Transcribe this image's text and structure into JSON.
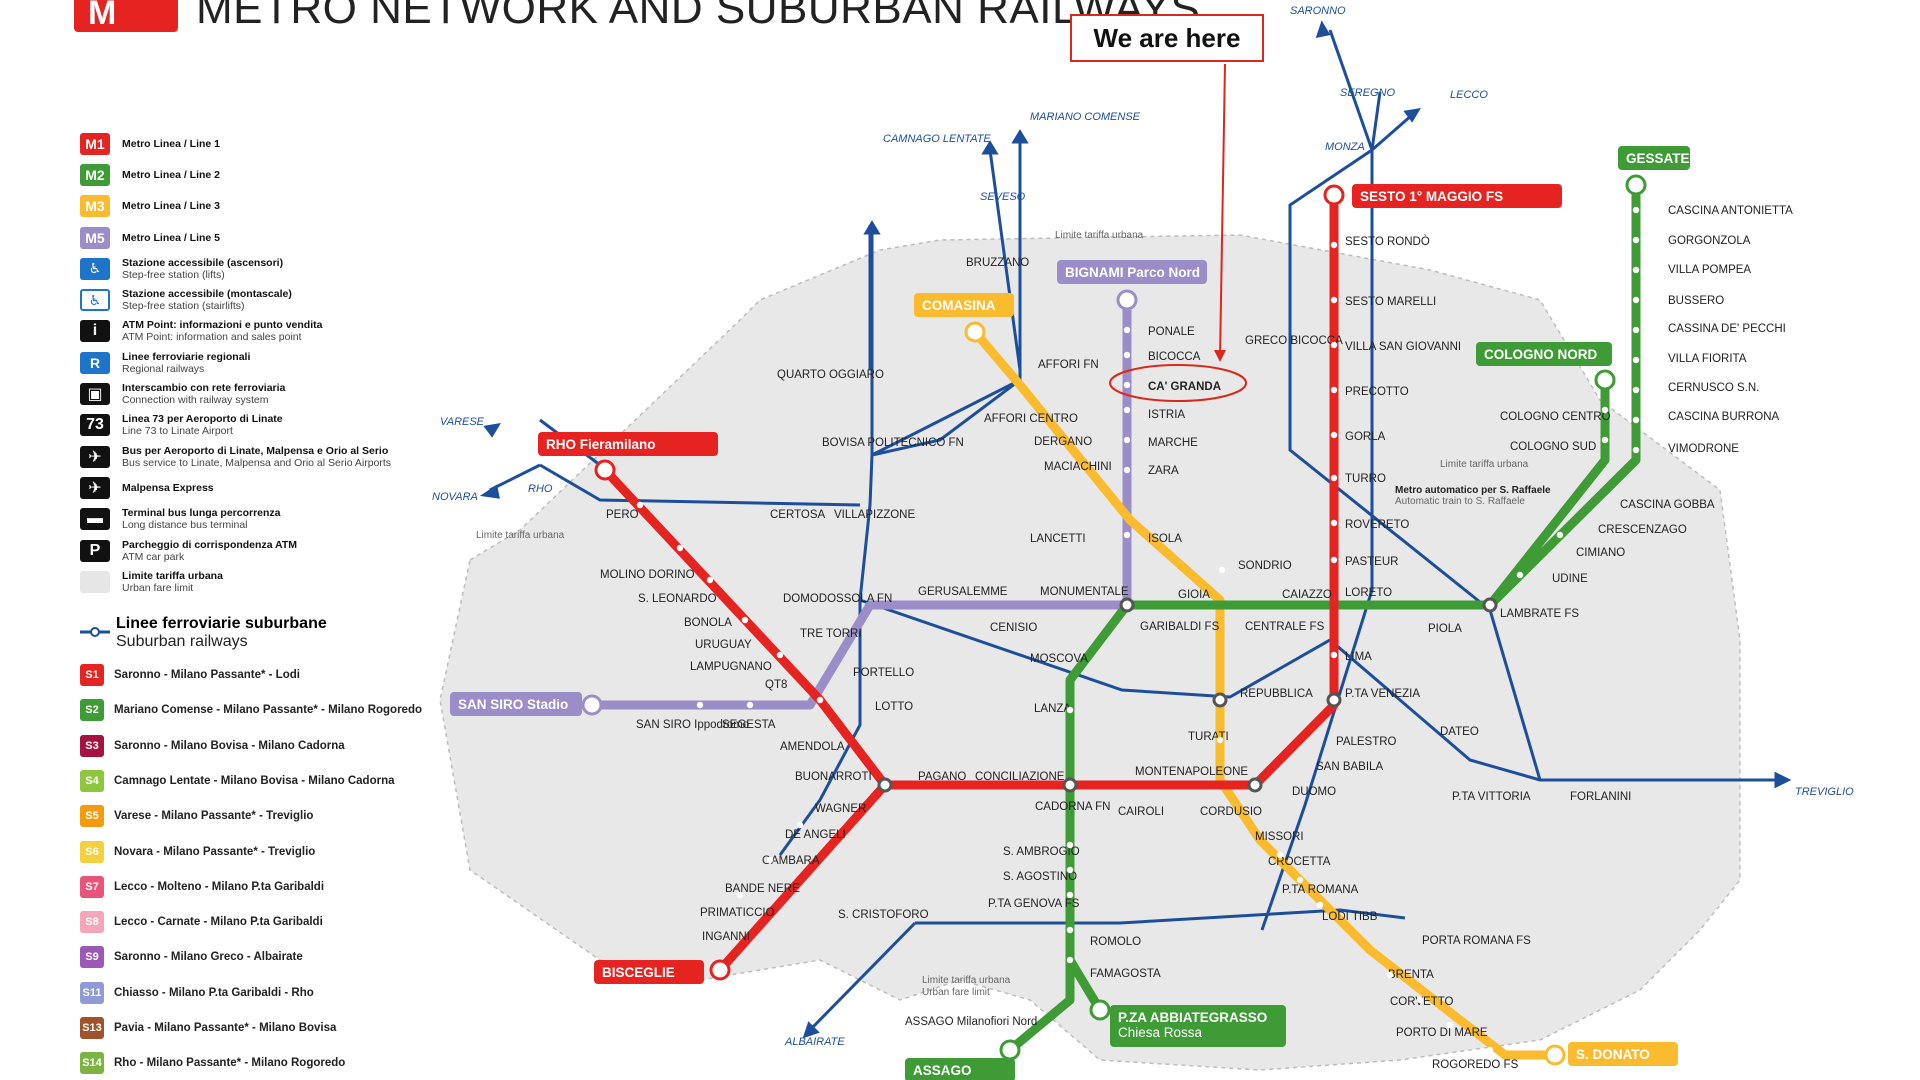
{
  "header": {
    "logo_text": "M",
    "title": "METRO NETWORK AND SUBURBAN RAILWAYS"
  },
  "callout": {
    "text": "We are here",
    "highlighted_station": "CA' GRANDA"
  },
  "legend": {
    "items": [
      {
        "badge": "M1",
        "color": "#e52421",
        "main": "Metro Linea / Line 1",
        "sub": ""
      },
      {
        "badge": "M2",
        "color": "#3e9b35",
        "main": "Metro Linea / Line 2",
        "sub": ""
      },
      {
        "badge": "M3",
        "color": "#fbbb2e",
        "main": "Metro Linea / Line 3",
        "sub": ""
      },
      {
        "badge": "M5",
        "color": "#9b8dc7",
        "main": "Metro Linea / Line 5",
        "sub": ""
      },
      {
        "badge": "♿",
        "kind": "acc",
        "main": "Stazione accessibile (ascensori)",
        "sub": "Step-free station (lifts)"
      },
      {
        "badge": "♿",
        "kind": "acc2",
        "main": "Stazione accessibile (montascale)",
        "sub": "Step-free station (stairlifts)"
      },
      {
        "badge": "i",
        "kind": "sym",
        "main": "ATM Point: informazioni e punto vendita",
        "sub": "ATM Point: information and sales point"
      },
      {
        "badge": "R",
        "kind": "acc",
        "main": "Linee ferroviarie regionali",
        "sub": "Regional railways"
      },
      {
        "badge": "▣",
        "kind": "sym",
        "main": "Interscambio con rete ferroviaria",
        "sub": "Connection with railway system"
      },
      {
        "badge": "73",
        "kind": "sym",
        "main": "Linea 73 per Aeroporto di Linate",
        "sub": "Line 73 to Linate Airport"
      },
      {
        "badge": "✈",
        "kind": "sym",
        "main": "Bus per Aeroporto di Linate, Malpensa e Orio al Serio",
        "sub": "Bus service to Linate, Malpensa and Orio al Serio Airports"
      },
      {
        "badge": "✈",
        "kind": "sym",
        "main": "Malpensa Express",
        "sub": ""
      },
      {
        "badge": "▬",
        "kind": "sym",
        "main": "Terminal bus lunga percorrenza",
        "sub": "Long distance bus terminal"
      },
      {
        "badge": "P",
        "kind": "sym",
        "main": "Parcheggio di corrispondenza ATM",
        "sub": "ATM car park"
      },
      {
        "badge": "",
        "kind": "urban",
        "main": "Limite tariffa urbana",
        "sub": "Urban fare limit"
      }
    ],
    "suburban_title": "Linee ferroviarie suburbane",
    "suburban_subtitle": "Suburban railways",
    "suburban_lines": [
      {
        "code": "S1",
        "color": "#e52421",
        "route": "Saronno - Milano Passante* - Lodi"
      },
      {
        "code": "S2",
        "color": "#3e9b35",
        "route": "Mariano Comense - Milano Passante* - Milano Rogoredo"
      },
      {
        "code": "S3",
        "color": "#a4123f",
        "route": "Saronno - Milano Bovisa - Milano Cadorna"
      },
      {
        "code": "S4",
        "color": "#8dc63f",
        "route": "Camnago Lentate - Milano Bovisa - Milano Cadorna"
      },
      {
        "code": "S5",
        "color": "#f39c12",
        "route": "Varese - Milano Passante* - Treviglio"
      },
      {
        "code": "S6",
        "color": "#f4d03f",
        "route": "Novara - Milano Passante* - Treviglio"
      },
      {
        "code": "S7",
        "color": "#e8557a",
        "route": "Lecco - Molteno - Milano P.ta Garibaldi"
      },
      {
        "code": "S8",
        "color": "#f5a6b8",
        "route": "Lecco - Carnate - Milano P.ta Garibaldi"
      },
      {
        "code": "S9",
        "color": "#9b59b6",
        "route": "Saronno - Milano Greco - Albairate"
      },
      {
        "code": "S11",
        "color": "#8e9bd6",
        "route": "Chiasso - Milano P.ta Garibaldi - Rho"
      },
      {
        "code": "S13",
        "color": "#a0522d",
        "route": "Pavia - Milano Passante* - Milano Bovisa"
      },
      {
        "code": "S14",
        "color": "#7cb342",
        "route": "Rho - Milano Passante* - Milano Rogoredo"
      }
    ]
  },
  "map": {
    "colors": {
      "m1": "#e52421",
      "m2": "#3e9b35",
      "m3": "#fbbb2e",
      "m5": "#9b8dc7",
      "rail": "#1d4e9c",
      "limit": "#e8e8e8"
    },
    "terminals": [
      {
        "id": "sesto",
        "text": "SESTO 1° MAGGIO FS",
        "color": "#e52421"
      },
      {
        "id": "gessate",
        "text": "GESSATE",
        "color": "#3e9b35"
      },
      {
        "id": "cologno",
        "text": "COLOGNO NORD",
        "color": "#3e9b35"
      },
      {
        "id": "bignami",
        "text": "BIGNAMI Parco Nord",
        "color": "#9b8dc7"
      },
      {
        "id": "comasina",
        "text": "COMASINA",
        "color": "#fbbb2e"
      },
      {
        "id": "rho",
        "text": "RHO Fieramilano",
        "color": "#e52421"
      },
      {
        "id": "sansiro",
        "text": "SAN SIRO Stadio",
        "color": "#9b8dc7"
      },
      {
        "id": "bisceglie",
        "text": "BISCEGLIE",
        "color": "#e52421"
      },
      {
        "id": "abbiategrasso",
        "text": "P.ZA ABBIATEGRASSO",
        "color": "#3e9b35"
      },
      {
        "id": "chiesa",
        "text": "Chiesa Rossa",
        "color": "#3e9b35"
      },
      {
        "id": "assago",
        "text": "ASSAGO",
        "color": "#3e9b35"
      },
      {
        "id": "sdonato",
        "text": "S. DONATO",
        "color": "#fbbb2e"
      }
    ],
    "stations": [
      "SESTO RONDÒ",
      "SESTO MARELLI",
      "VILLA SAN GIOVANNI",
      "PRECOTTO",
      "GORLA",
      "TURRO",
      "ROVERETO",
      "PASTEUR",
      "LORETO",
      "LIMA",
      "P.TA VENEZIA",
      "PALESTRO",
      "SAN BABILA",
      "DUOMO",
      "CORDUSIO",
      "CAIROLI",
      "CADORNA FN",
      "CONCILIAZIONE",
      "PAGANO",
      "BUONARROTI",
      "AMENDOLA",
      "LOTTO",
      "QT8",
      "LAMPUGNANO",
      "URUGUAY",
      "BONOLA",
      "S. LEONARDO",
      "MOLINO DORINO",
      "PERO",
      "WAGNER",
      "DE ANGELI",
      "GAMBARA",
      "BANDE NERE",
      "PRIMATICCIO",
      "INGANNI",
      "CASCINA ANTONIETTA",
      "GORGONZOLA",
      "VILLA POMPEA",
      "BUSSERO",
      "CASSINA DE' PECCHI",
      "VILLA FIORITA",
      "CERNUSCO S.N.",
      "CASCINA BURRONA",
      "VIMODRONE",
      "COLOGNO CENTRO",
      "COLOGNO SUD",
      "CASCINA GOBBA",
      "CRESCENZAGO",
      "CIMIANO",
      "UDINE",
      "LAMBRATE FS",
      "PIOLA",
      "CAIAZZO",
      "CENTRALE FS",
      "GIOIA",
      "GARIBALDI FS",
      "MOSCOVA",
      "LANZA",
      "S. AMBROGIO",
      "S. AGOSTINO",
      "P.TA GENOVA FS",
      "ROMOLO",
      "FAMAGOSTA",
      "ASSAGO Milanofiori Nord",
      "PONALE",
      "BICOCCA",
      "CA' GRANDA",
      "ISTRIA",
      "MARCHE",
      "ZARA",
      "ISOLA",
      "SONDRIO",
      "REPUBBLICA",
      "TURATI",
      "MONTENAPOLEONE",
      "MISSORI",
      "CROCETTA",
      "P.TA ROMANA",
      "LODI TIBB",
      "PORTA ROMANA FS",
      "BRENTA",
      "CORVETTO",
      "PORTO DI MARE",
      "ROGOREDO FS",
      "DATEO",
      "P.TA VITTORIA",
      "FORLANINI",
      "AFFORI FN",
      "AFFORI CENTRO",
      "DERGANO",
      "MACIACHINI",
      "BRUZZANO",
      "BOVISA POLITECNICO FN",
      "QUARTO OGGIARO",
      "CERTOSA",
      "VILLAPIZZONE",
      "LANCETTI",
      "DOMODOSSOLA FN",
      "TRE TORRI",
      "PORTELLO",
      "GERUSALEMME",
      "CENISIO",
      "MONUMENTALE",
      "SEGESTA",
      "SAN SIRO Ippodromo",
      "S. CRISTOFORO",
      "GRECO BICOCCA"
    ],
    "destinations": [
      "SARONNO",
      "SEREGNO",
      "MONZA",
      "LECCO",
      "MARIANO COMENSE",
      "CAMNAGO LENTATE",
      "SEVESO",
      "VARESE",
      "NOVARA",
      "ALBAIRATE",
      "TREVIGLIO",
      "RHO"
    ],
    "fare_limit_text": "Limite tariffa urbana",
    "fare_limit_sub": "Urban fare limit",
    "airport_shuttle": "Metro automatico per S. Raffaele",
    "airport_shuttle_sub": "Automatic train to S. Raffaele"
  }
}
